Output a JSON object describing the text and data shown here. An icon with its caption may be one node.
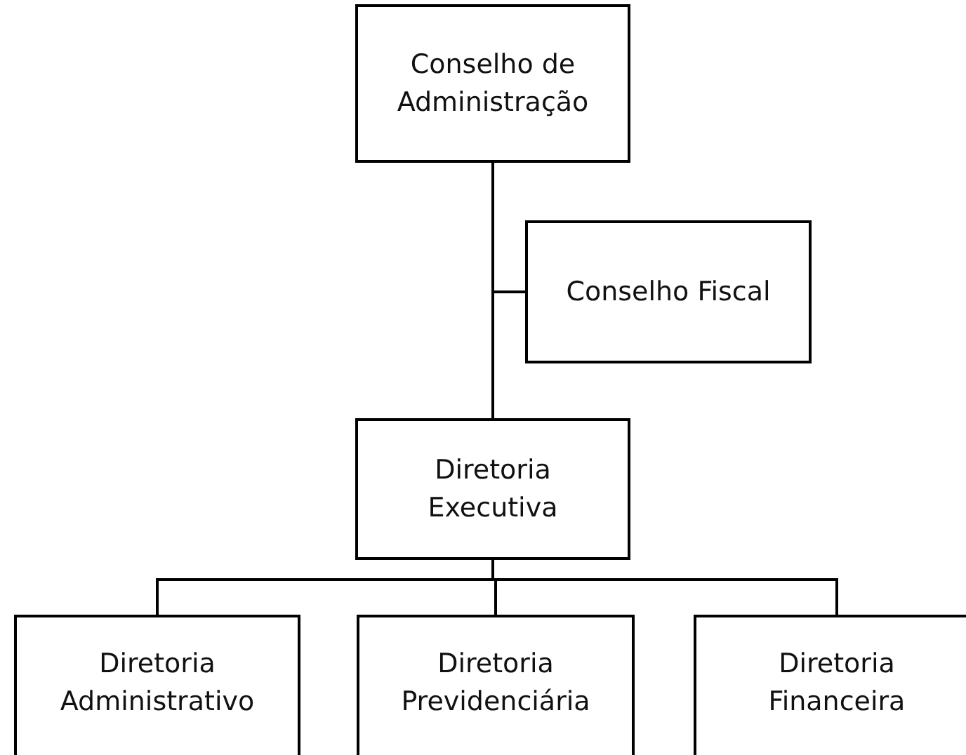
{
  "diagram": {
    "nodes": [
      {
        "text": [
          "Conselho de Administração"
        ]
      },
      {
        "text": [
          "Conselho Fiscal"
        ]
      },
      {
        "text": [
          "Diretoria Executiva"
        ]
      },
      {
        "text": [
          "Diretoria Administrativo"
        ]
      },
      {
        "text": [
          "Diretoria Previdenciária"
        ]
      },
      {
        "text": [
          "Diretoria Financeira"
        ]
      }
    ],
    "edges": [
      {
        "from": 0,
        "to": 2,
        "arrow": "none"
      },
      {
        "from": 0,
        "to": 1,
        "arrow": "none"
      },
      {
        "from": 2,
        "to": 3,
        "arrow": "none"
      },
      {
        "from": 2,
        "to": 4,
        "arrow": "none"
      },
      {
        "from": 2,
        "to": 5,
        "arrow": "none"
      }
    ]
  }
}
